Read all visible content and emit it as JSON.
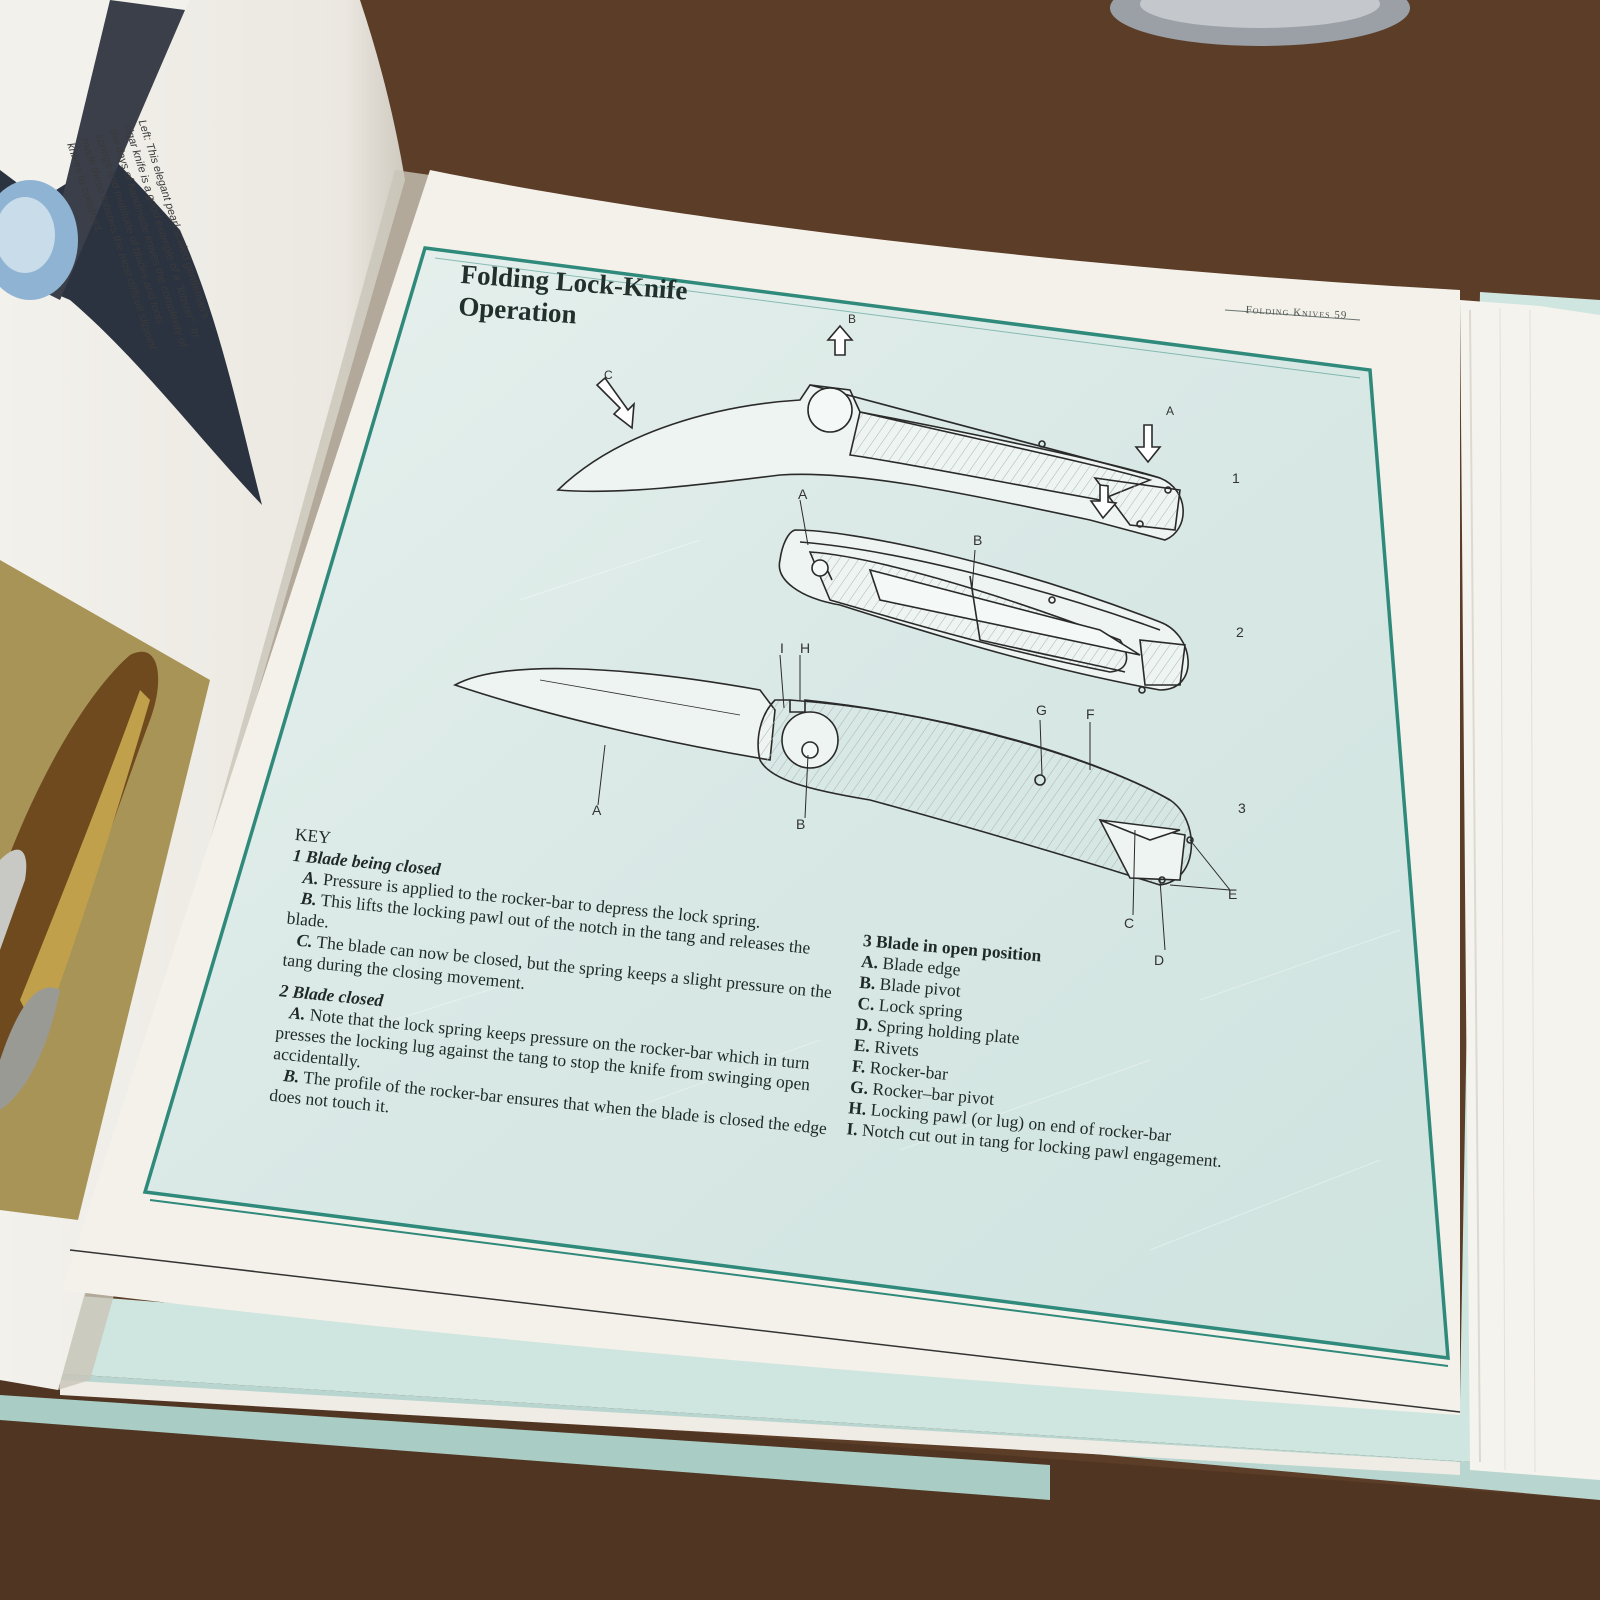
{
  "book": {
    "left_page": {
      "caption": "Left: This elegant pearl scaled gentleman's cigar knife is a good example of a \"lobster\". In the days of handmade knives the complexity of springs and multitude of blades and tools made these lobsters the most difficult slipjoint knives to construct."
    },
    "right_page": {
      "running_head": "Folding Knives  59",
      "title_line1": "Folding Lock-Knife",
      "title_line2": "Operation",
      "figure_numbers": [
        "1",
        "2",
        "3"
      ],
      "diagram_labels": {
        "fig1": [
          "C",
          "B",
          "A"
        ],
        "fig2": [
          "A",
          "B"
        ],
        "fig3": [
          "I",
          "H",
          "G",
          "F",
          "A",
          "B",
          "C",
          "D",
          "E"
        ]
      },
      "key": {
        "heading": "KEY",
        "section1": {
          "title": "1 Blade being closed",
          "items": [
            {
              "letter": "A.",
              "text": "Pressure is applied to the rocker-bar to depress the lock spring."
            },
            {
              "letter": "B.",
              "text": "This lifts the locking pawl out of the notch in the tang and releases the blade."
            },
            {
              "letter": "C.",
              "text": "The blade can now be closed, but the spring keeps a slight pressure on the tang during the closing movement."
            }
          ]
        },
        "section2": {
          "title": "2 Blade closed",
          "items": [
            {
              "letter": "A.",
              "text": "Note that the lock spring keeps pressure on the rocker-bar which in turn presses the locking lug against the tang to stop the knife from swinging open accidentally."
            },
            {
              "letter": "B.",
              "text": "The profile of the rocker-bar ensures that when the blade is closed the edge does not touch it."
            }
          ]
        },
        "section3": {
          "title": "3 Blade in open position",
          "items": [
            {
              "letter": "A.",
              "text": "Blade edge"
            },
            {
              "letter": "B.",
              "text": "Blade pivot"
            },
            {
              "letter": "C.",
              "text": "Lock spring"
            },
            {
              "letter": "D.",
              "text": "Spring holding plate"
            },
            {
              "letter": "E.",
              "text": "Rivets"
            },
            {
              "letter": "F.",
              "text": "Rocker-bar"
            },
            {
              "letter": "G.",
              "text": "Rocker–bar pivot"
            },
            {
              "letter": "H.",
              "text": "Locking pawl (or lug) on end of rocker-bar"
            },
            {
              "letter": "I.",
              "text": "Notch cut out in tang for locking pawl engagement."
            }
          ]
        }
      }
    }
  },
  "colors": {
    "table": "#5a3c27",
    "page": "#f4f1ea",
    "panel": "#dbe9e6",
    "panel_border": "#2f8a7c",
    "cover": "#cfe5df"
  }
}
